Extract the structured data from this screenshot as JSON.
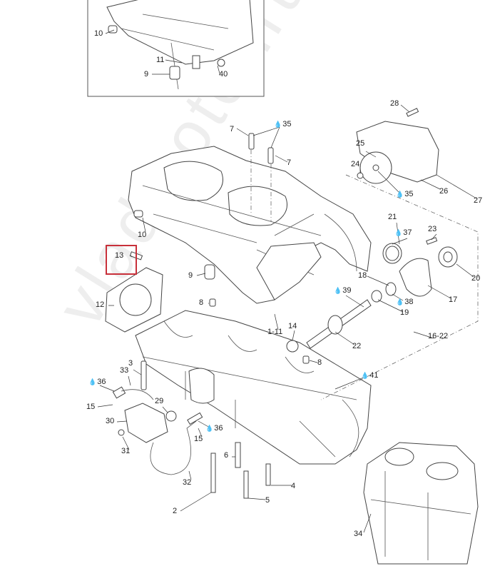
{
  "diagram": {
    "watermark": "vladmotor.ru",
    "highlight_color": "#c8303a",
    "highlighted_part": "13",
    "inset_labels": [
      "10",
      "11",
      "9",
      "40"
    ],
    "labels": [
      "7",
      "35",
      "7",
      "28",
      "25",
      "24",
      "27",
      "26",
      "35",
      "10",
      "21",
      "37",
      "23",
      "13",
      "9",
      "18",
      "20",
      "17",
      "38",
      "19",
      "39",
      "8",
      "12",
      "1-11",
      "14",
      "22",
      "16-22",
      "3",
      "8",
      "41",
      "33",
      "36",
      "15",
      "29",
      "30",
      "36",
      "15",
      "31",
      "6",
      "32",
      "4",
      "2",
      "5",
      "34"
    ],
    "lubricant_icon": "oil-drop-icon"
  }
}
